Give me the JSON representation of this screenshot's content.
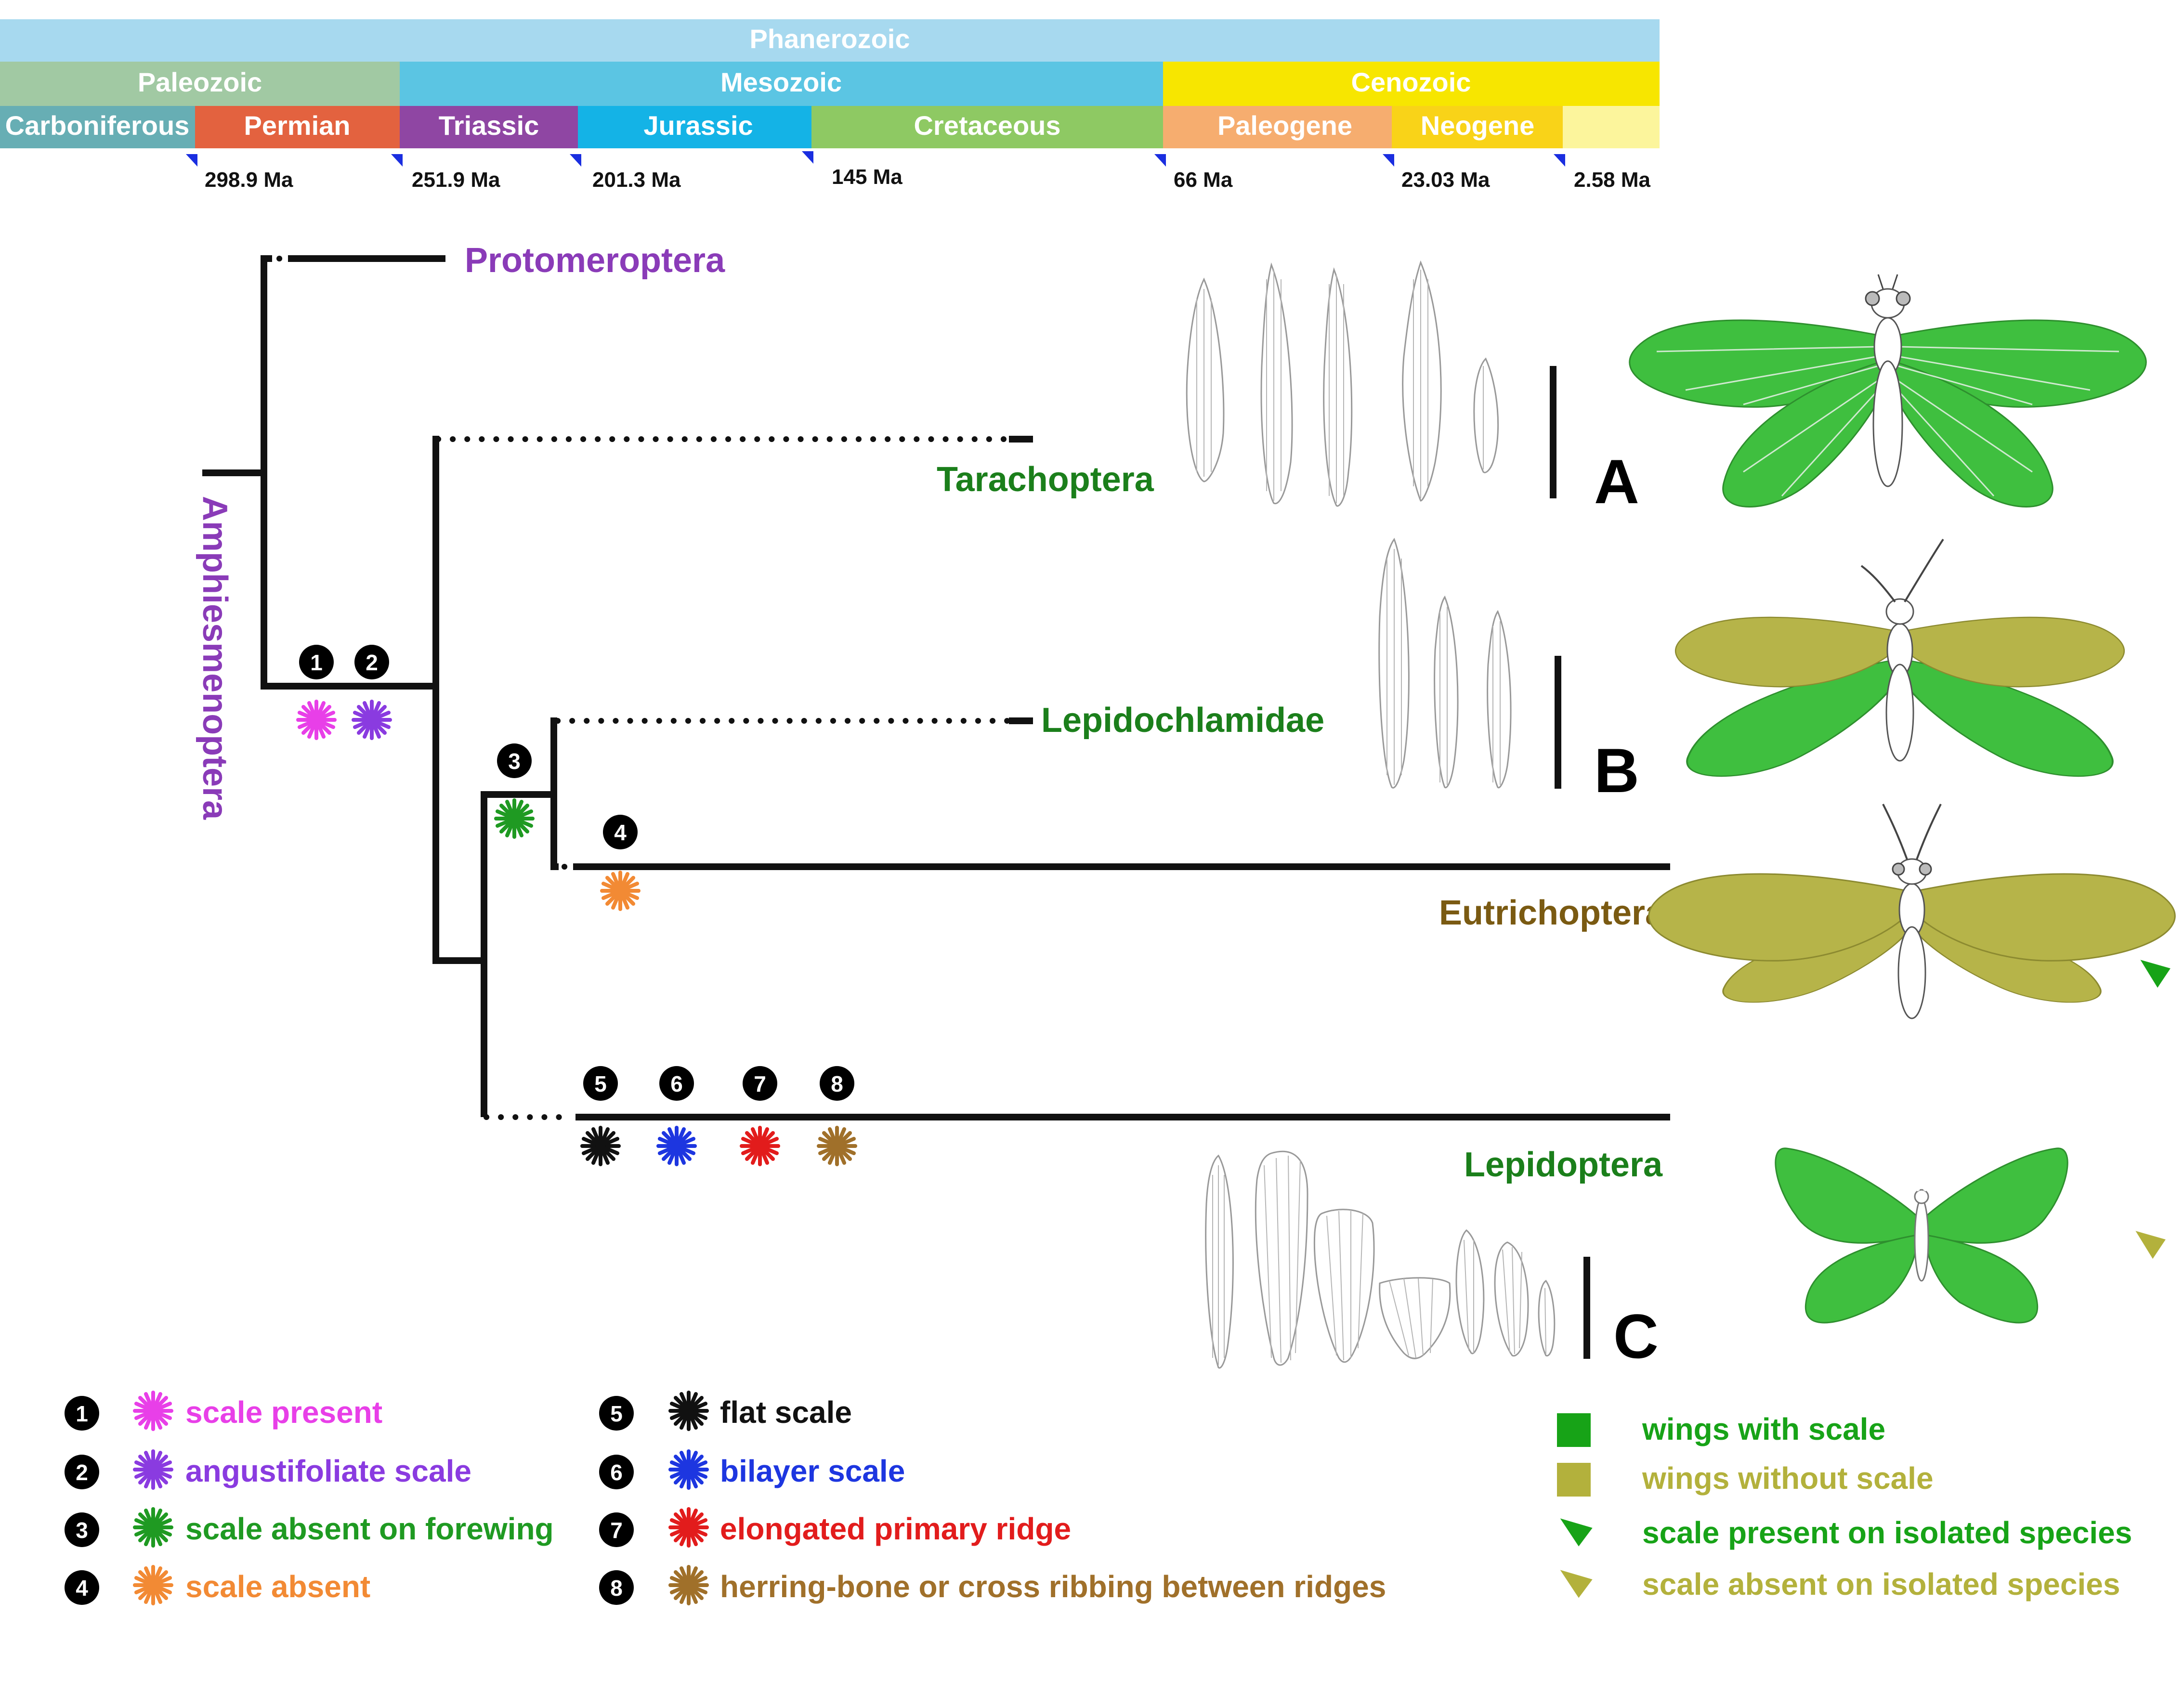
{
  "timescale": {
    "eon": "Phanerozoic",
    "eras": [
      "Paleozoic",
      "Mesozoic",
      "Cenozoic"
    ],
    "periods": [
      "Carboniferous",
      "Permian",
      "Triassic",
      "Jurassic",
      "Cretaceous",
      "Paleogene",
      "Neogene",
      ""
    ],
    "ages": [
      "298.9 Ma",
      "251.9 Ma",
      "201.3 Ma",
      "145 Ma",
      "66 Ma",
      "23.03 Ma",
      "2.58 Ma"
    ]
  },
  "clade_label": "Amphiesmenoptera",
  "taxa": {
    "protomeroptera": "Protomeroptera",
    "tarachoptera": "Tarachoptera",
    "lepidochlamidae": "Lepidochlamidae",
    "eutrichoptera": "Eutrichoptera",
    "lepidoptera": "Lepidoptera"
  },
  "node_numbers": [
    "1",
    "2",
    "3",
    "4",
    "5",
    "6",
    "7",
    "8"
  ],
  "panel_letters": [
    "A",
    "B",
    "C"
  ],
  "legend": {
    "characters": [
      {
        "num": "1",
        "label": "scale present",
        "color": "#e83fe8"
      },
      {
        "num": "2",
        "label": "angustifoliate scale",
        "color": "#8a3be0"
      },
      {
        "num": "3",
        "label": "scale absent on forewing",
        "color": "#1f9a22"
      },
      {
        "num": "4",
        "label": "scale absent",
        "color": "#f28a34"
      },
      {
        "num": "5",
        "label": "flat scale",
        "color": "#111111"
      },
      {
        "num": "6",
        "label": "bilayer scale",
        "color": "#1d36e0"
      },
      {
        "num": "7",
        "label": "elongated primary ridge",
        "color": "#e21c1c"
      },
      {
        "num": "8",
        "label": "herring-bone or cross ribbing between ridges",
        "color": "#a0702a"
      }
    ],
    "wings": [
      {
        "label": "wings with scale",
        "color": "#17a317"
      },
      {
        "label": "wings without scale",
        "color": "#b3b13c"
      },
      {
        "label": "scale present on isolated species",
        "color": "#17a317"
      },
      {
        "label": "scale absent on isolated species",
        "color": "#b3b13c"
      }
    ]
  },
  "colors": {
    "scaled_wing": "#3fbf3f",
    "unscaled_wing": "#b6b449",
    "clade_purple": "#8a3bb8",
    "green_taxon": "#1b7f1b",
    "brown_taxon": "#7a5a12"
  }
}
